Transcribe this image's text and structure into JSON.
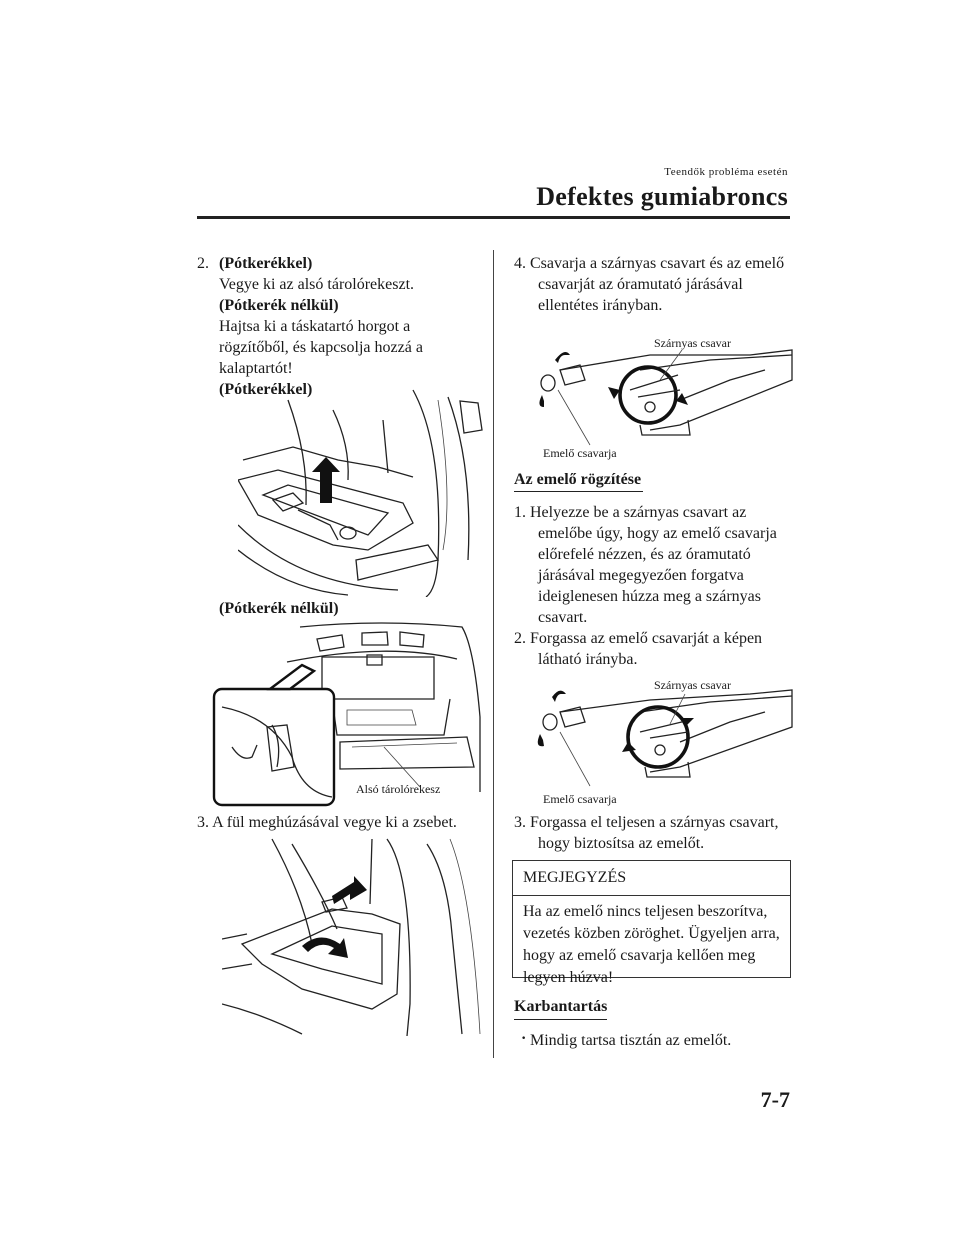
{
  "header": {
    "section": "Teendők probléma esetén",
    "title": "Defektes gumiabroncs"
  },
  "left": {
    "step2_num": "2.",
    "step2_head1": "(Pótkerékkel)",
    "step2_text1": "Vegye ki az alsó tárolórekeszt.",
    "step2_head2": "(Pótkerék nélkül)",
    "step2_text2": [
      "Hajtsa ki a táskatartó horgot a",
      "rögzítőből, és kapcsolja hozzá a",
      "kalaptartót!"
    ],
    "fig1_caption": "(Pótkerékkel)",
    "fig2_caption": "(Pótkerék nélkül)",
    "fig2_label": "Alsó tárolórekesz",
    "step3": "3.  A fül meghúzásával vegye ki a zsebet."
  },
  "right": {
    "step4": [
      "4.  Csavarja a szárnyas csavart és az emelő",
      "csavarját az óramutató járásával",
      "ellentétes irányban."
    ],
    "fig3_wing": "Szárnyas csavar",
    "fig3_screw": "Emelő csavarja",
    "sec1_title": "Az emelő rögzítése",
    "sec1_step1": [
      "1.  Helyezze be a szárnyas csavart az",
      "emelőbe úgy, hogy az emelő csavarja",
      "előrefelé nézzen, és az óramutató",
      "járásával megegyezően forgatva",
      "ideiglenesen húzza meg a szárnyas",
      "csavart."
    ],
    "sec1_step2": [
      "2.  Forgassa az emelő csavarját a képen",
      "látható irányba."
    ],
    "fig4_wing": "Szárnyas csavar",
    "fig4_screw": "Emelő csavarja",
    "sec1_step3": [
      "3.  Forgassa el teljesen a szárnyas csavart,",
      "hogy biztosítsa az emelőt."
    ],
    "note_title": "MEGJEGYZÉS",
    "note_text": [
      "Ha az emelő nincs teljesen beszorítva,",
      "vezetés közben zöröghet. Ügyeljen arra,",
      "hogy az emelő csavarja kellően meg",
      "legyen húzva!"
    ],
    "sec2_title": "Karbantartás",
    "bullet": "·",
    "sec2_item": "Mindig tartsa tisztán az emelőt."
  },
  "page_number": "7-7"
}
